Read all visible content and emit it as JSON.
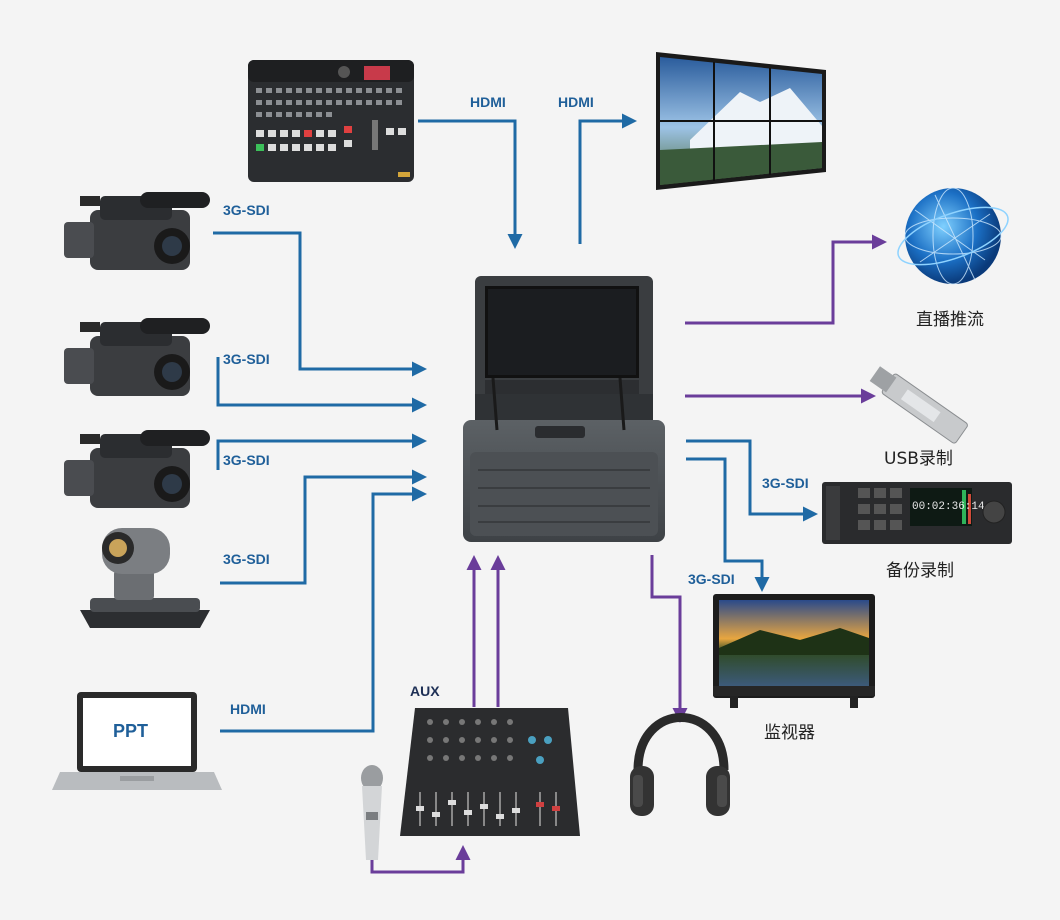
{
  "labels": {
    "hdmi_in": "HDMI",
    "hdmi_out": "HDMI",
    "sdi_cam1": "3G-SDI",
    "sdi_cam2": "3G-SDI",
    "sdi_cam3": "3G-SDI",
    "sdi_ptz": "3G-SDI",
    "hdmi_ppt": "HDMI",
    "aux": "AUX",
    "sdi_backup": "3G-SDI",
    "sdi_monitor": "3G-SDI"
  },
  "devices": {
    "laptop_screen_text": "PPT",
    "recorder_timecode": "00:02:36:14",
    "live_stream": "直播推流",
    "usb_record": "USB录制",
    "backup_record": "备份录制",
    "monitor": "监视器"
  },
  "colors": {
    "video_line": "#1f6aa5",
    "audio_line": "#6a3d9a",
    "background": "#f4f4f4"
  }
}
